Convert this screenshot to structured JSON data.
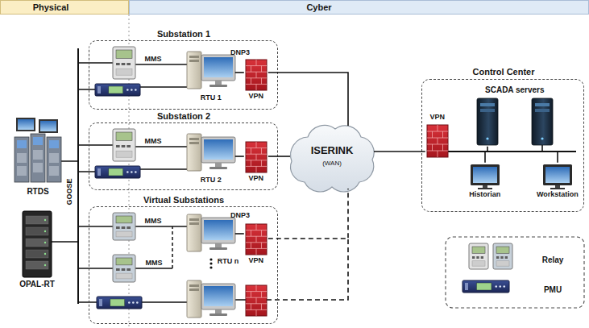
{
  "diagram": {
    "nodes": [
      {
        "text": [
          "Physical"
        ]
      },
      {
        "text": [
          "Cyber"
        ]
      },
      {
        "text": [
          "Substation 1"
        ]
      },
      {
        "text": [
          "RTU 1"
        ],
        "in": 2
      },
      {
        "text": [
          "VPN"
        ],
        "in": 2
      },
      {
        "text": [
          "Substation 2"
        ]
      },
      {
        "text": [
          "RTU 2"
        ],
        "in": 5
      },
      {
        "text": [
          "VPN"
        ],
        "in": 5
      },
      {
        "text": [
          "Virtual Substations"
        ]
      },
      {
        "text": [
          "RTU n"
        ],
        "in": 8
      },
      {
        "text": [
          "VPN"
        ],
        "in": 8
      },
      {
        "text": [
          "RTDS"
        ]
      },
      {
        "text": [
          "OPAL-RT"
        ]
      },
      {
        "text": [
          "ISERINK",
          "(WAN)"
        ]
      },
      {
        "text": [
          "Control Center"
        ]
      },
      {
        "text": [
          "VPN"
        ],
        "in": 14
      },
      {
        "text": [
          "SCADA servers"
        ],
        "in": 14
      },
      {
        "text": [
          "Historian"
        ],
        "in": 14
      },
      {
        "text": [
          "Workstation"
        ],
        "in": 14
      }
    ],
    "edges": [
      {
        "from": 3,
        "to": 4,
        "label": "DNP3",
        "arrow": "none"
      },
      {
        "from": 4,
        "to": 13,
        "arrow": "none"
      },
      {
        "from": 6,
        "to": 7,
        "arrow": "none"
      },
      {
        "from": 7,
        "to": 13,
        "arrow": "none"
      },
      {
        "from": 9,
        "to": 10,
        "label": "DNP3",
        "arrow": "none"
      },
      {
        "from": 10,
        "to": 13,
        "arrow": "none"
      },
      {
        "from": 13,
        "to": 15,
        "arrow": "none"
      },
      {
        "from": 15,
        "to": 16,
        "arrow": "none"
      },
      {
        "from": 15,
        "to": 17,
        "arrow": "none"
      },
      {
        "from": 15,
        "to": 18,
        "arrow": "none"
      }
    ],
    "labels": [
      "MMS",
      "MMS",
      "MMS",
      "MMS",
      "GOOSE"
    ],
    "legend": [
      {
        "text": "Relay"
      },
      {
        "text": "PMU"
      }
    ]
  }
}
